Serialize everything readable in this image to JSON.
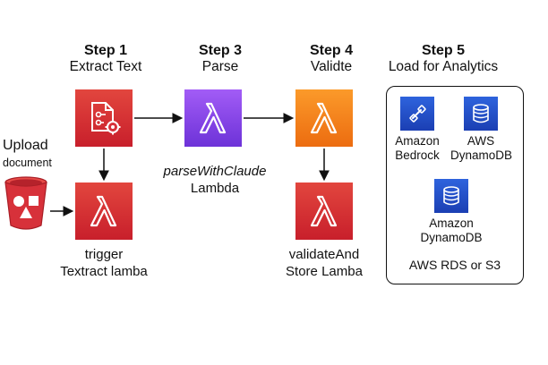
{
  "steps": {
    "s1": {
      "title": "Step 1",
      "subtitle": "Extract Text"
    },
    "s3": {
      "title": "Step 3",
      "subtitle": "Parse"
    },
    "s4": {
      "title": "Step 4",
      "subtitle": "Validte"
    },
    "s5": {
      "title": "Step 5",
      "subtitle": "Load for Analytics"
    }
  },
  "upload": {
    "title": "Upload",
    "subtitle": "document"
  },
  "trigger_lambda": {
    "line1": "trigger",
    "line2": "Textract lamba"
  },
  "parse_lambda": {
    "line1": "parseWithClaude",
    "line2": "Lambda"
  },
  "validate_lambda": {
    "line1": "validateAnd",
    "line2": "Store Lamba"
  },
  "analytics": {
    "bedrock": {
      "line1": "Amazon",
      "line2": "Bedrock"
    },
    "dynamodb_aws": {
      "line1": "AWS",
      "line2": "DynamoDB"
    },
    "dynamodb_amazon": {
      "line1": "Amazon",
      "line2": "DynamoDB"
    },
    "footer": "AWS RDS or S3"
  },
  "colors": {
    "red": "#d7313a",
    "purple": "#8a45ec",
    "orange": "#f47f1a",
    "blue": "#2451cc"
  },
  "icons": {
    "textract": "textract-document-gear-icon",
    "lambda": "lambda-icon",
    "s3": "s3-bucket-icon",
    "bedrock": "bedrock-icon",
    "dynamodb": "dynamodb-icon"
  }
}
